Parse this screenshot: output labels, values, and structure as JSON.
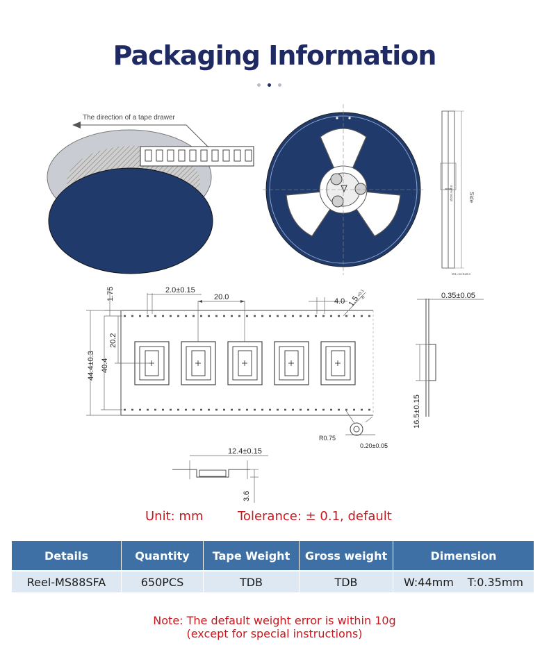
{
  "title": "Packaging Information",
  "carousel_dots": 3,
  "colors": {
    "title": "#1f2a63",
    "reel": "#1f3a6b",
    "table_header": "#3e70a5",
    "table_row": "#dde8f3",
    "note": "#c8171d"
  },
  "reel_drawing": {
    "direction_label": "The direction of a tape drawer",
    "side_label": "Side"
  },
  "tape_dimensions": {
    "d_2_0": "2.0±0.15",
    "d_20_0": "20.0",
    "d_4_0": "4.0",
    "d_1_75": "1.75",
    "d_1_5": "1.5",
    "d_1_5_tol_upper": "+0.1",
    "d_1_5_tol_lower": "-0",
    "d_0_35": "0.35±0.05",
    "d_44_4": "44.4±0.3",
    "d_40_4": "40.4",
    "d_20_2": "20.2",
    "d_16_5": "16.5±0.15",
    "d_r0_75": "R0.75",
    "d_0_20": "0.20±0.05",
    "d_12_4": "12.4±0.15",
    "d_3_6": "3.6"
  },
  "unit_label": "Unit: mm",
  "tolerance_label": "Tolerance: ± 0.1, default",
  "table": {
    "headers": [
      "Details",
      "Quantity",
      "Tape Weight",
      "Gross weight",
      "Dimension"
    ],
    "row": {
      "details": "Reel-MS88SFA",
      "quantity": "650PCS",
      "tape_weight": "TDB",
      "gross_weight": "TDB",
      "dimension_w": "W:44mm",
      "dimension_t": "T:0.35mm"
    }
  },
  "note_line1": "Note: The default weight error is within 10g",
  "note_line2": "(except for special instructions)"
}
